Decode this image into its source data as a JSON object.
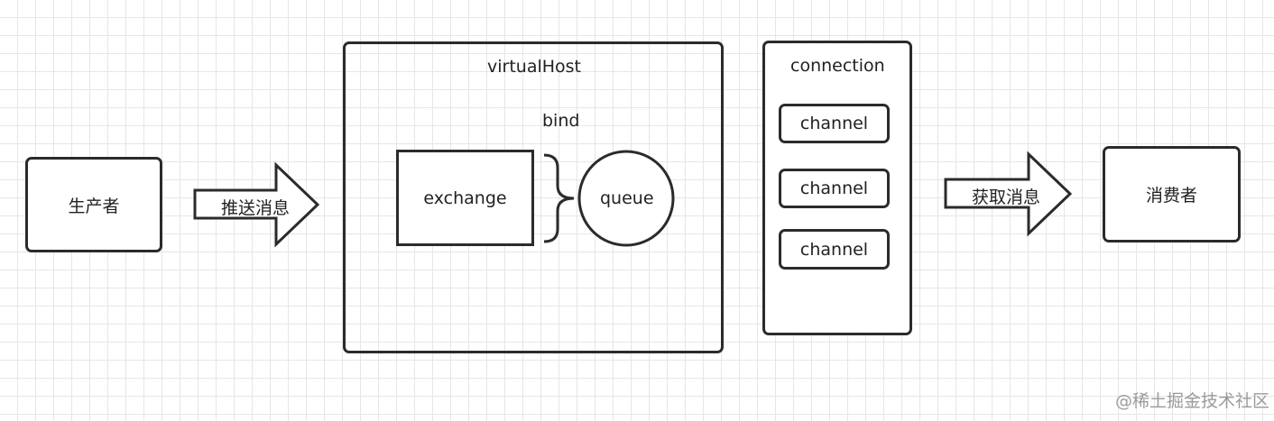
{
  "producer": {
    "label": "生产者"
  },
  "push_arrow": {
    "label": "推送消息"
  },
  "virtual_host": {
    "title": "virtualHost",
    "bind_label": "bind",
    "exchange_label": "exchange",
    "queue_label": "queue"
  },
  "connection": {
    "title": "connection",
    "channels": [
      "channel",
      "channel",
      "channel"
    ]
  },
  "fetch_arrow": {
    "label": "获取消息"
  },
  "consumer": {
    "label": "消费者"
  },
  "watermark": {
    "text": "@稀土掘金技术社区"
  }
}
